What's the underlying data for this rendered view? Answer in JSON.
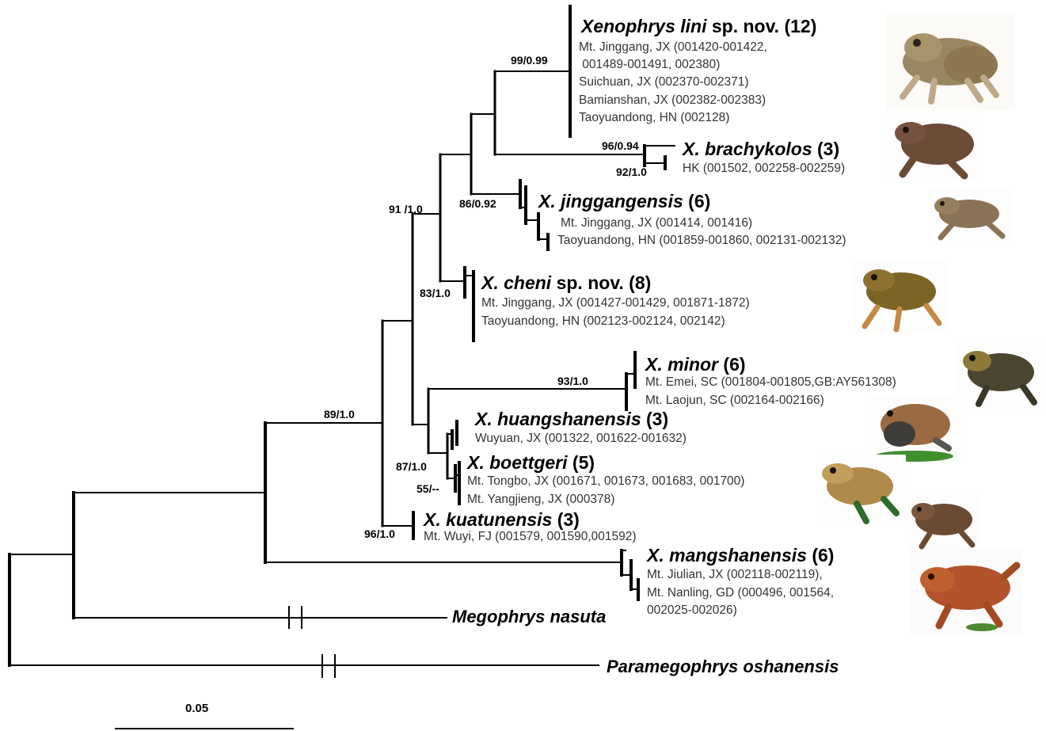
{
  "taxa": [
    {
      "id": "lini",
      "name": "Xenophrys lini",
      "suffix": " sp. nov. (12)",
      "localities": [
        "Mt. Jinggang, JX (001420-001422,",
        " 001489-001491, 002380)",
        "Suichuan, JX (002370-002371)",
        "Bamianshan, JX (002382-002383)",
        "Taoyuandong, HN (002128)"
      ]
    },
    {
      "id": "brachykolos",
      "name": "X. brachykolos",
      "suffix": " (3)",
      "localities": [
        "HK (001502, 002258-002259)"
      ]
    },
    {
      "id": "jinggangensis",
      "name": "X. jinggangensis",
      "suffix": " (6)",
      "localities": [
        "Mt. Jinggang, JX (001414, 001416)",
        "Taoyuandong, HN (001859-001860, 002131-002132)"
      ]
    },
    {
      "id": "cheni",
      "name": "X. cheni",
      "suffix": " sp. nov. (8)",
      "localities": [
        "Mt. Jinggang, JX (001427-001429, 001871-1872)",
        "Taoyuandong, HN (002123-002124, 002142)"
      ]
    },
    {
      "id": "minor",
      "name": "X. minor",
      "suffix": " (6)",
      "localities": [
        "Mt. Emei, SC (001804-001805,GB:AY561308)",
        "Mt. Laojun, SC (002164-002166)"
      ]
    },
    {
      "id": "huangshanensis",
      "name": "X. huangshanensis",
      "suffix": " (3)",
      "localities": [
        "Wuyuan, JX (001322, 001622-001632)"
      ]
    },
    {
      "id": "boettgeri",
      "name": "X. boettgeri",
      "suffix": " (5)",
      "localities": [
        "Mt. Tongbo, JX (001671, 001673, 001683, 001700)",
        "Mt. Yangjieng, JX (000378)"
      ]
    },
    {
      "id": "kuatunensis",
      "name": "X. kuatunensis",
      "suffix": " (3)",
      "localities": [
        "Mt. Wuyi, FJ (001579, 001590,001592)"
      ]
    },
    {
      "id": "mangshanensis",
      "name": "X. mangshanensis",
      "suffix": " (6)",
      "localities": [
        "Mt. Jiulian, JX (002118-002119),",
        "Mt. Nanling, GD (000496, 001564,",
        "002025-002026)"
      ]
    }
  ],
  "outgroups": [
    "Megophrys nasuta",
    "Paramegophrys oshanensis"
  ],
  "support": [
    "99/0.99",
    "96/0.94",
    "92/1.0",
    "86/0.92",
    "91 /1.0",
    "83/1.0",
    "93/1.0",
    "89/1.0",
    "87/1.0",
    "55/--",
    "96/1.0"
  ],
  "scale_bar": {
    "label": "0.05"
  },
  "colors": {
    "branch": "#000000",
    "locality_text": "#333333"
  }
}
